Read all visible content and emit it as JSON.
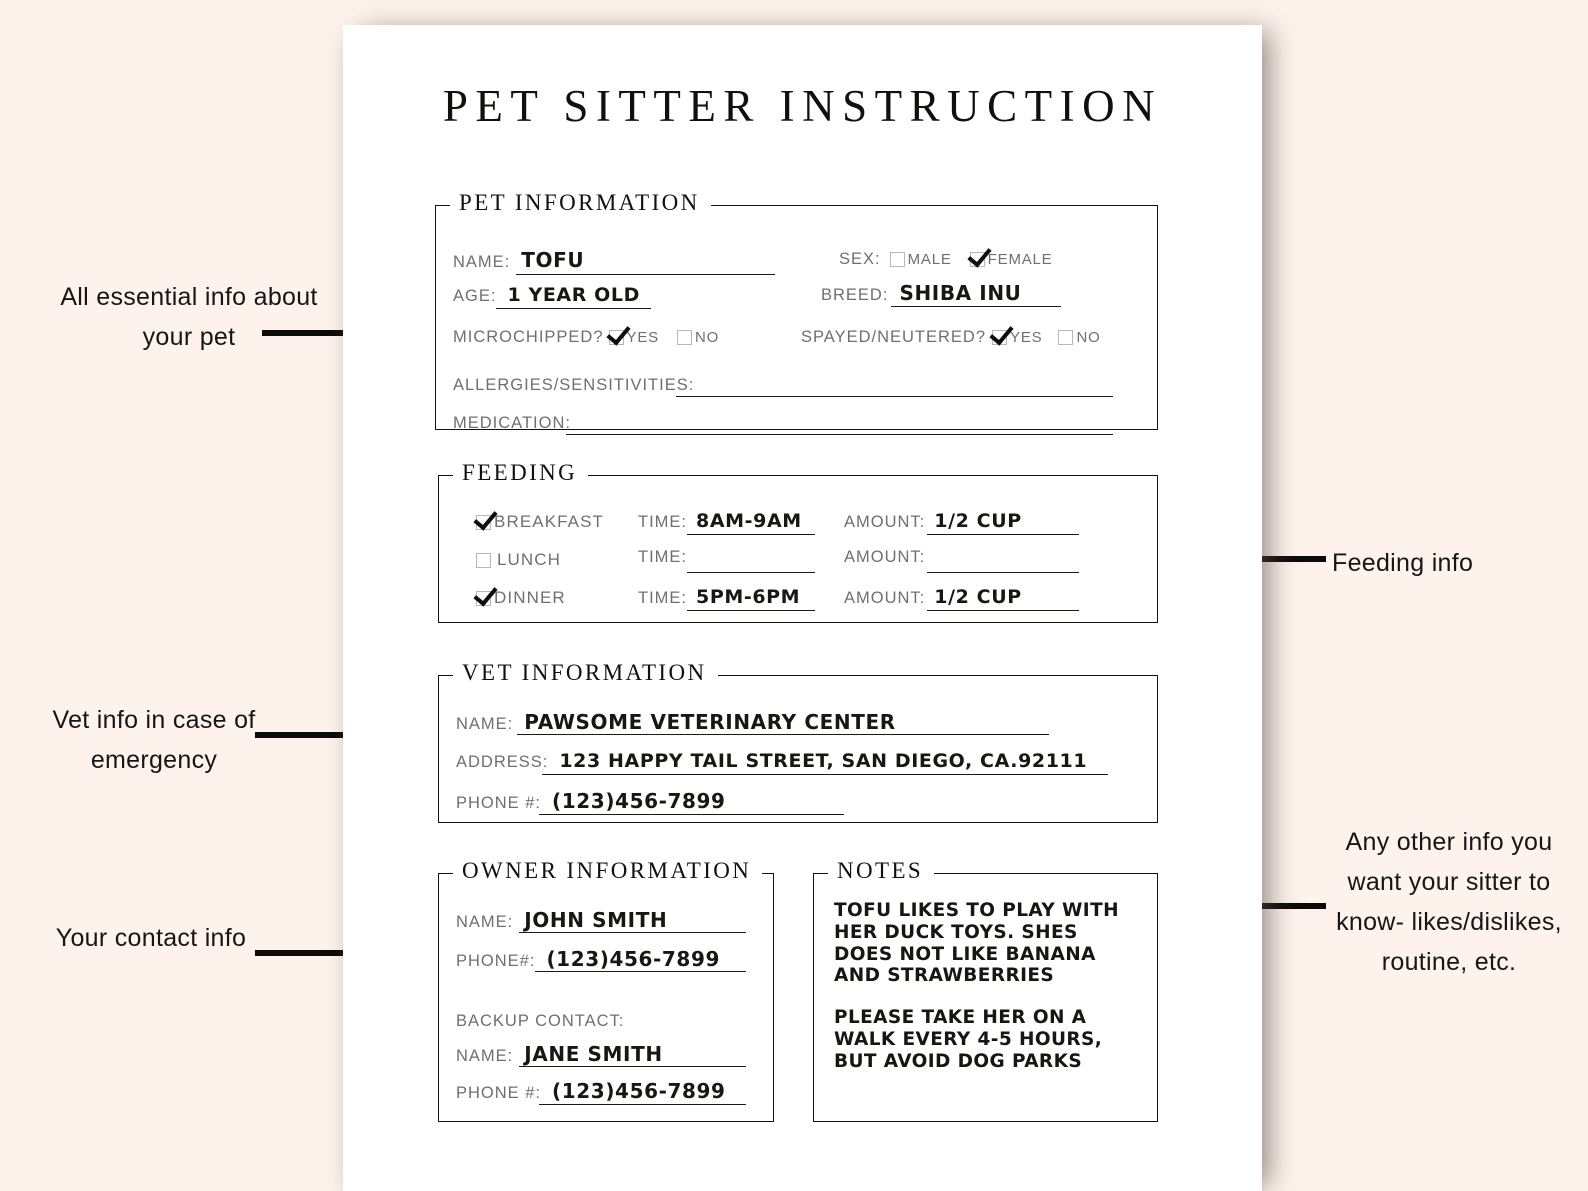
{
  "document": {
    "title": "PET SITTER INSTRUCTION"
  },
  "pet_information": {
    "legend": "PET INFORMATION",
    "name_label": "NAME:",
    "name_value": "TOFU",
    "sex_label": "SEX:",
    "sex_male": "MALE",
    "sex_female": "FEMALE",
    "sex_selected": "FEMALE",
    "age_label": "AGE:",
    "age_value": "1 YEAR OLD",
    "breed_label": "BREED:",
    "breed_value": "SHIBA INU",
    "microchipped_label": "MICROCHIPPED?",
    "microchipped_yes": "YES",
    "microchipped_no": "NO",
    "microchipped_selected": "YES",
    "spayed_label": "SPAYED/NEUTERED?",
    "spayed_yes": "YES",
    "spayed_no": "NO",
    "spayed_selected": "YES",
    "allergies_label": "ALLERGIES/SENSITIVITIES:",
    "allergies_value": "",
    "medication_label": "MEDICATION:",
    "medication_value": ""
  },
  "feeding": {
    "legend": "FEEDING",
    "time_label": "TIME:",
    "amount_label": "AMOUNT:",
    "meals": [
      {
        "name": "BREAKFAST",
        "checked": true,
        "time": "8AM-9AM",
        "amount": "1/2 CUP"
      },
      {
        "name": "LUNCH",
        "checked": false,
        "time": "",
        "amount": ""
      },
      {
        "name": "DINNER",
        "checked": true,
        "time": "5PM-6PM",
        "amount": "1/2 CUP"
      }
    ]
  },
  "vet_information": {
    "legend": "VET INFORMATION",
    "name_label": "NAME:",
    "name_value": "PAWSOME VETERINARY CENTER",
    "address_label": "ADDRESS:",
    "address_value": "123 HAPPY TAIL STREET, SAN DIEGO, CA.92111",
    "phone_label": "PHONE #:",
    "phone_value": "(123)456-7899"
  },
  "owner_information": {
    "legend": "OWNER INFORMATION",
    "name_label": "NAME:",
    "name_value": "JOHN SMITH",
    "phone_label": "PHONE#:",
    "phone_value": "(123)456-7899",
    "backup_label": "BACKUP CONTACT:",
    "backup_name_label": "NAME:",
    "backup_name_value": "JANE SMITH",
    "backup_phone_label": "PHONE #:",
    "backup_phone_value": "(123)456-7899"
  },
  "notes": {
    "legend": "NOTES",
    "paragraphs": [
      "TOFU LIKES TO PLAY WITH HER DUCK TOYS. SHES DOES NOT LIKE BANANA AND STRAWBERRIES",
      "PLEASE TAKE HER ON A WALK EVERY 4-5 HOURS, BUT AVOID DOG PARKS"
    ]
  },
  "annotations": {
    "pet": "All essential info about your pet",
    "feeding": "Feeding info",
    "vet": "Vet info in case of emergency",
    "owner": "Your contact info",
    "notes": "Any other info you want your sitter to know- likes/dislikes, routine, etc."
  },
  "colors": {
    "page_background": "#fdf2ec",
    "sheet": "#ffffff",
    "ink": "#16130f",
    "label_gray": "#6f6f6f",
    "checkbox_border": "#b7b7b7"
  }
}
